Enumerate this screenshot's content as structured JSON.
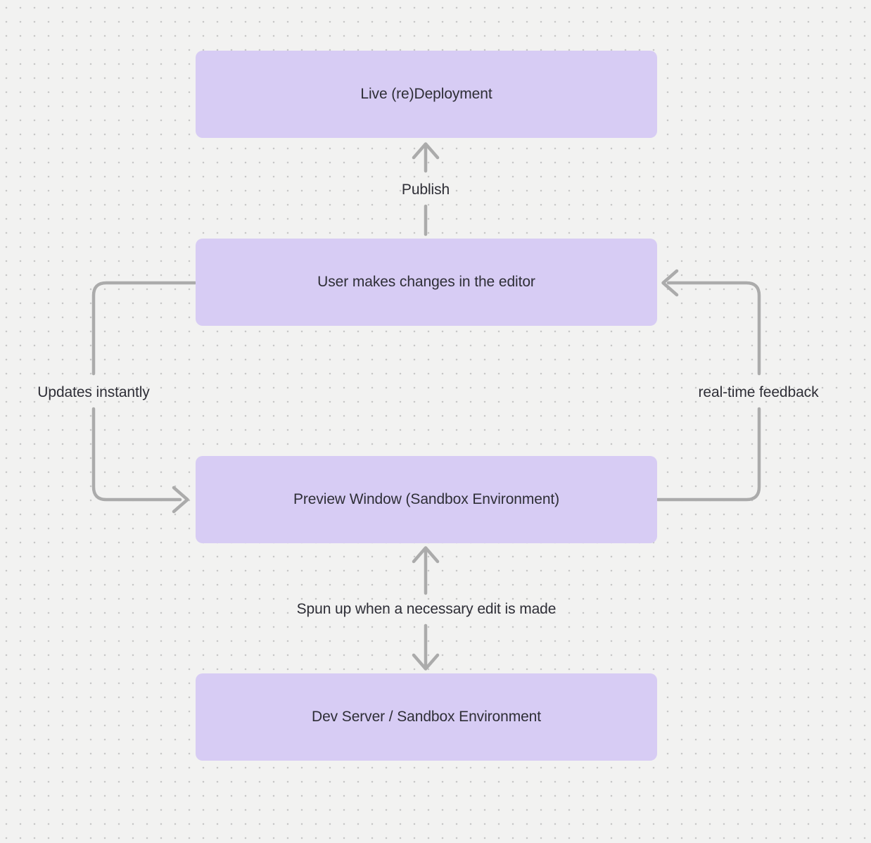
{
  "diagram": {
    "colors": {
      "background": "#F2F2F1",
      "dot": "#C7C7C7",
      "node_fill": "#D7CCF4",
      "text": "#2E2E36",
      "arrow": "#ABABAB"
    },
    "nodes": [
      {
        "id": "live-redeployment",
        "label": "Live (re)Deployment"
      },
      {
        "id": "user-editor-changes",
        "label": "User makes changes in the editor"
      },
      {
        "id": "preview-window",
        "label": "Preview Window (Sandbox Environment)"
      },
      {
        "id": "dev-server",
        "label": "Dev Server / Sandbox Environment"
      }
    ],
    "edges": [
      {
        "id": "publish",
        "label": "Publish",
        "from": "user-editor-changes",
        "to": "live-redeployment",
        "direction": "up"
      },
      {
        "id": "updates-instantly",
        "label": "Updates instantly",
        "from": "user-editor-changes",
        "to": "preview-window",
        "direction": "left-loop-down"
      },
      {
        "id": "real-time-feedback",
        "label": "real-time feedback",
        "from": "preview-window",
        "to": "user-editor-changes",
        "direction": "right-loop-up"
      },
      {
        "id": "spun-up",
        "label": "Spun up when a necessary edit is made",
        "from": "dev-server",
        "to": "preview-window",
        "direction": "both"
      }
    ]
  }
}
